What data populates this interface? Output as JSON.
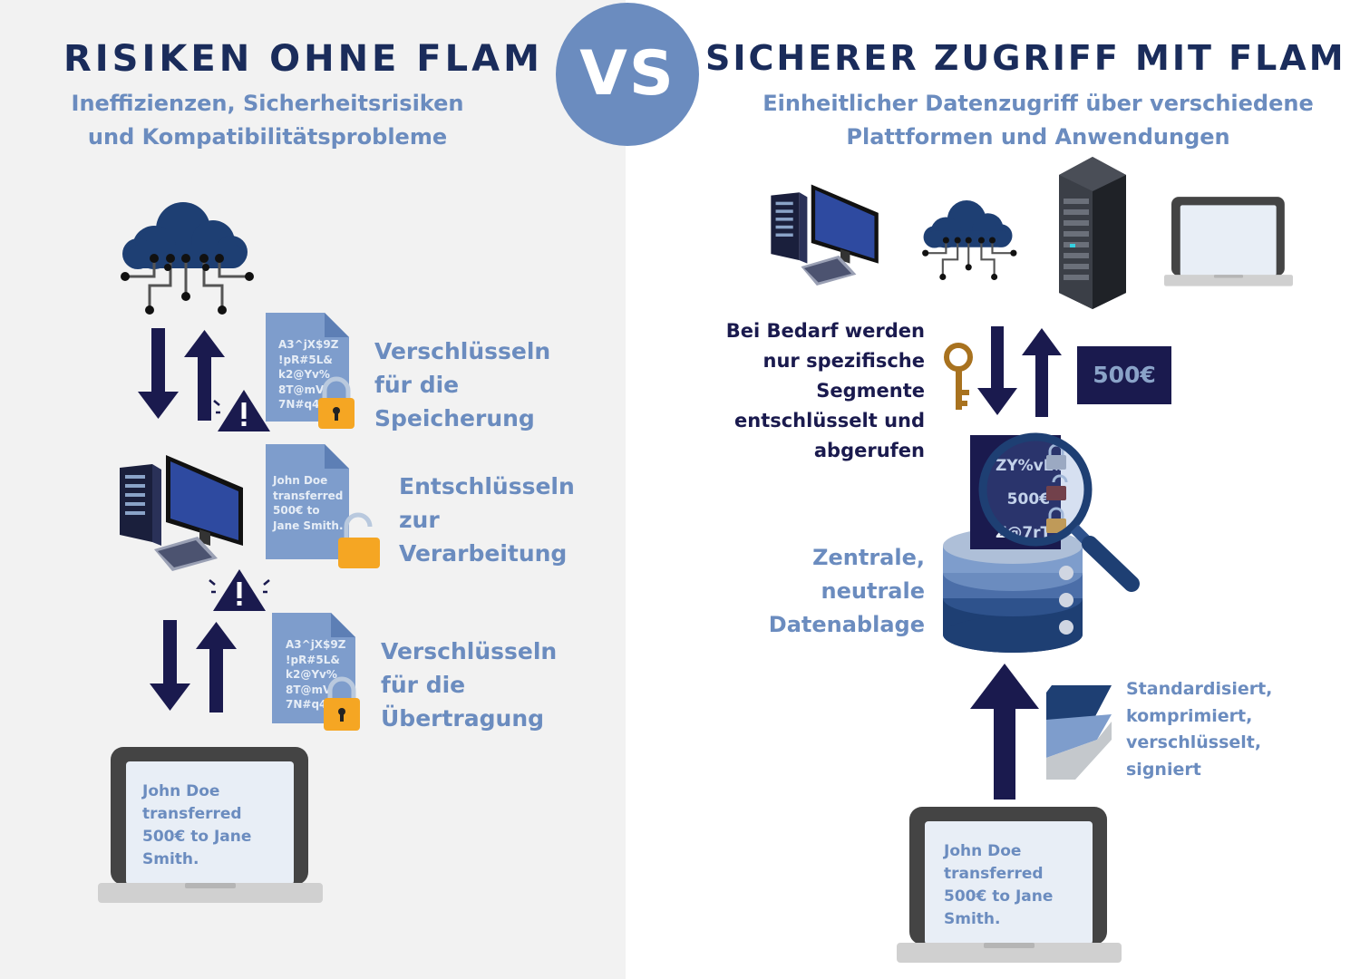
{
  "left": {
    "title": "RISIKEN OHNE FLAM",
    "subtitle": [
      "Ineffizienzen, Sicherheitsrisiken",
      "und Kompatibilitätsprobleme"
    ],
    "steps": [
      [
        "Verschlüsseln",
        "für die",
        "Speicherung"
      ],
      [
        "Entschlüsseln",
        "zur",
        "Verarbeitung"
      ],
      [
        "Verschlüsseln",
        "für die",
        "Übertragung"
      ]
    ],
    "encrypted_doc": [
      "A3^jX$9Z",
      "!pR#5L&",
      "k2@Yv%",
      "8T@mV",
      "7N#q4"
    ],
    "plain_doc": [
      "John Doe",
      "transferred",
      "500€ to",
      "Jane Smith."
    ],
    "laptop_text": [
      "John Doe",
      "transferred",
      "500€ to Jane",
      "Smith."
    ]
  },
  "vs": "VS",
  "right": {
    "title": "SICHERER ZUGRIFF MIT FLAM",
    "subtitle": [
      "Einheitlicher Datenzugriff über verschiedene",
      "Plattformen und Anwendungen"
    ],
    "segment_note": [
      "Bei Bedarf werden",
      "nur spezifische",
      "Segmente",
      "entschlüsselt und",
      "abgerufen"
    ],
    "amount_badge": "500€",
    "doc_segments": [
      "ZY%vL#",
      "500€",
      "Z@7rT"
    ],
    "storage_label": [
      "Zentrale,",
      "neutrale",
      "Datenablage"
    ],
    "properties": [
      "Standardisiert,",
      "komprimiert,",
      "verschlüsselt,",
      "signiert"
    ],
    "laptop_text": [
      "John Doe",
      "transferred",
      "500€ to Jane",
      "Smith."
    ]
  },
  "colors": {
    "navy": "#1a1a4e",
    "title_navy": "#1a2c5b",
    "accent_blue": "#6b8cbf",
    "panel_grey": "#f2f2f2",
    "lock_gold": "#f5a623"
  }
}
